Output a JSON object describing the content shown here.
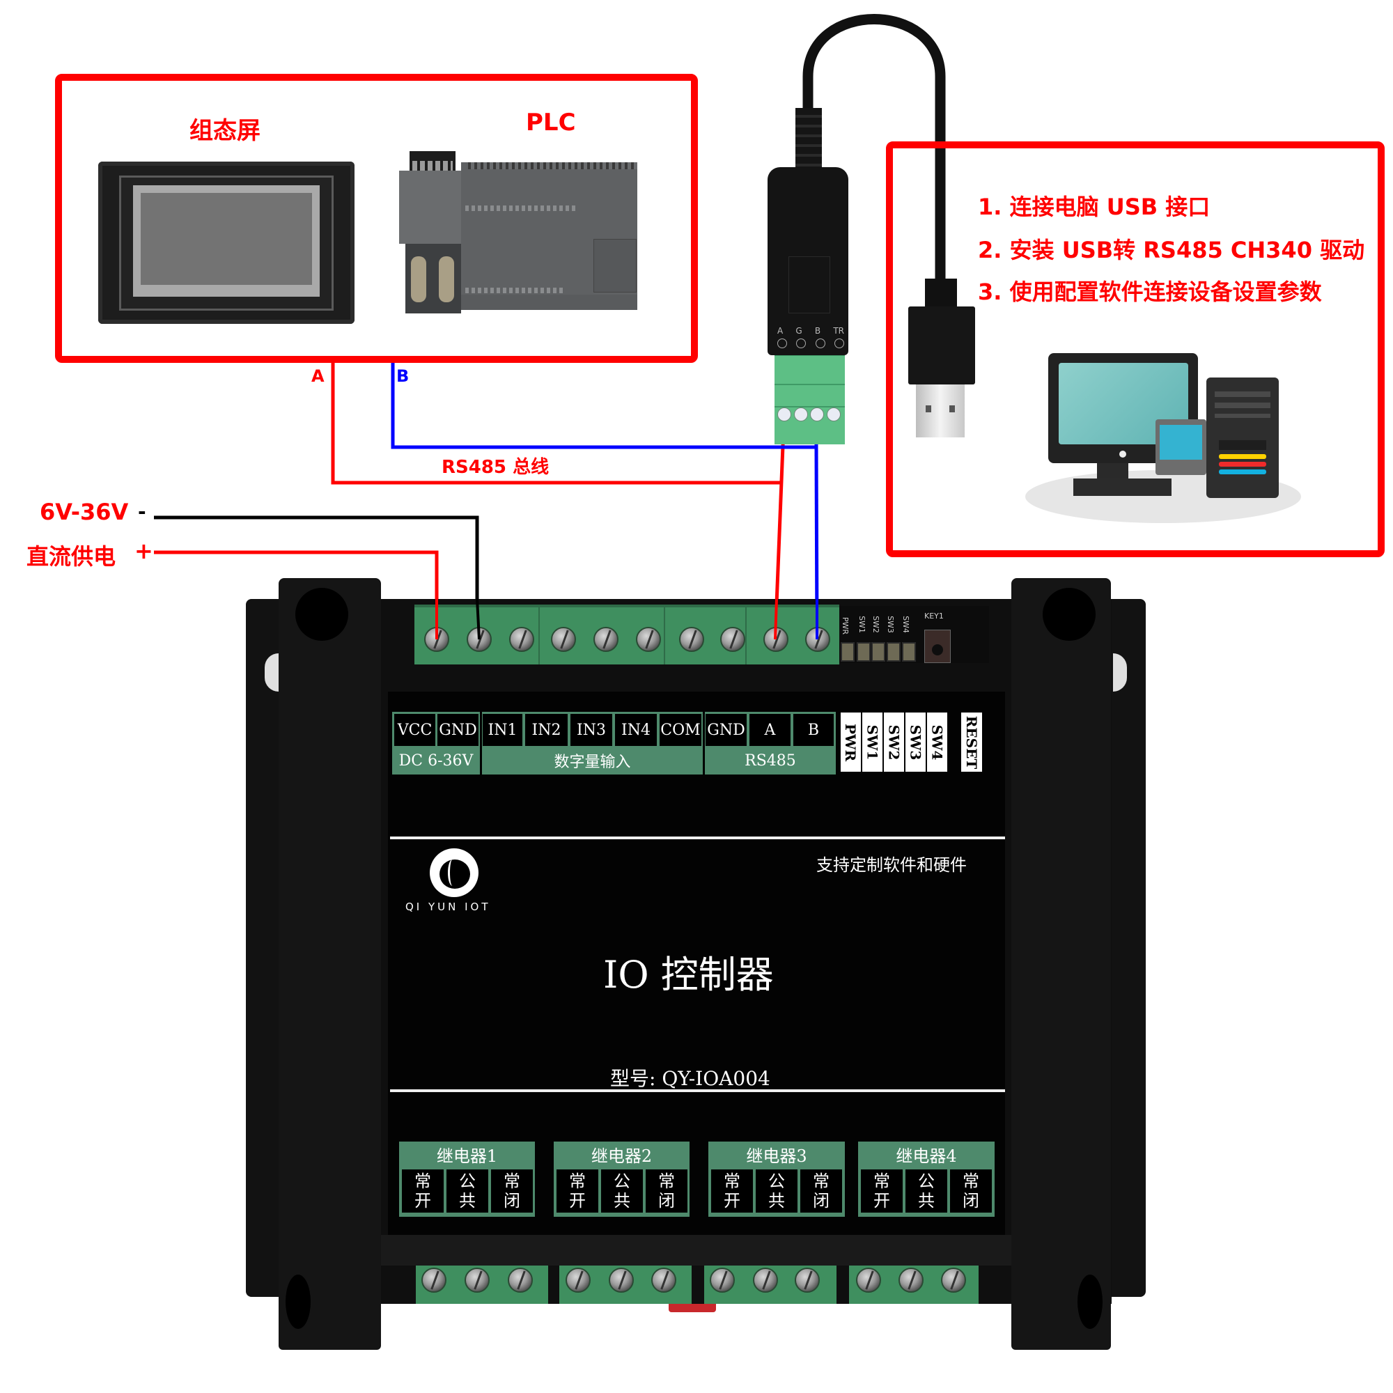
{
  "left_box": {
    "hmi_label": "组态屏",
    "plc_label": "PLC"
  },
  "bus": {
    "a_label": "A",
    "b_label": "B",
    "bus_label": "RS485 总线",
    "wire_colors": {
      "a": "#ff0000",
      "b": "#0000ff",
      "gnd": "#000000",
      "vcc": "#ff0000"
    }
  },
  "power": {
    "voltage_label": "6V-36V",
    "minus_label": "-",
    "dc_label": "直流供电",
    "plus_label": "+"
  },
  "converter": {
    "pin_labels": [
      "A",
      "G",
      "B",
      "TR"
    ]
  },
  "instructions": {
    "steps": [
      "1. 连接电脑 USB 接口",
      "2. 安装 USB转 RS485 CH340 驱动",
      "3. 使用配置软件连接设备设置参数"
    ]
  },
  "device": {
    "silk_leds": [
      "PWR",
      "SW1",
      "SW2",
      "SW3",
      "SW4"
    ],
    "silk_key": "KEY1",
    "terminals": [
      "VCC",
      "GND",
      "IN1",
      "IN2",
      "IN3",
      "IN4",
      "COM",
      "GND",
      "A",
      "B"
    ],
    "groups": [
      {
        "label": "DC 6-36V"
      },
      {
        "label": "数字量输入"
      },
      {
        "label": "RS485"
      }
    ],
    "indicator_labels": [
      "PWR",
      "SW1",
      "SW2",
      "SW3",
      "SW4"
    ],
    "reset_label": "RESET",
    "brand": "QI YUN IOT",
    "tagline": "支持定制软件和硬件",
    "title": "IO 控制器",
    "model": "型号: QY-IOA004",
    "relays": [
      {
        "title": "继电器1",
        "contacts": [
          [
            "常",
            "开"
          ],
          [
            "公",
            "共"
          ],
          [
            "常",
            "闭"
          ]
        ]
      },
      {
        "title": "继电器2",
        "contacts": [
          [
            "常",
            "开"
          ],
          [
            "公",
            "共"
          ],
          [
            "常",
            "闭"
          ]
        ]
      },
      {
        "title": "继电器3",
        "contacts": [
          [
            "常",
            "开"
          ],
          [
            "公",
            "共"
          ],
          [
            "常",
            "闭"
          ]
        ]
      },
      {
        "title": "继电器4",
        "contacts": [
          [
            "常",
            "开"
          ],
          [
            "公",
            "共"
          ],
          [
            "常",
            "闭"
          ]
        ]
      }
    ],
    "label_green": "#4e8a6c",
    "terminal_green": "#3f8f5f"
  }
}
